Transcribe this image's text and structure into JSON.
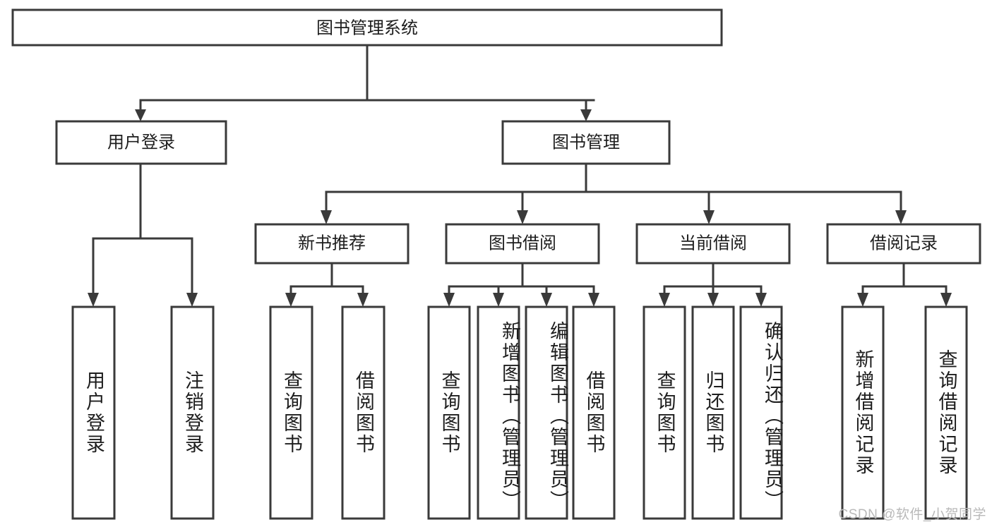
{
  "diagram": {
    "title": "图书管理系统",
    "type": "tree-hierarchy-flowchart",
    "orientation": "top-down",
    "colors": {
      "box_stroke": "#3a3a3a",
      "box_fill": "#ffffff",
      "connector": "#3a3a3a",
      "text": "#1d1d1d",
      "watermark": "#b9b9b9",
      "background": "#ffffff"
    },
    "root": {
      "label": "图书管理系统"
    },
    "level2": [
      {
        "label": "用户登录"
      },
      {
        "label": "图书管理"
      }
    ],
    "level3": [
      {
        "label": "新书推荐"
      },
      {
        "label": "图书借阅"
      },
      {
        "label": "当前借阅"
      },
      {
        "label": "借阅记录"
      }
    ],
    "leaves": {
      "user_login": [
        {
          "label": "用户登录"
        },
        {
          "label": "注销登录"
        }
      ],
      "new_book_recommend": [
        {
          "label": "查询图书"
        },
        {
          "label": "借阅图书"
        }
      ],
      "book_borrow": [
        {
          "label": "查询图书"
        },
        {
          "label": "新增图书（管理员）"
        },
        {
          "label": "编辑图书（管理员）"
        },
        {
          "label": "借阅图书"
        }
      ],
      "current_borrow": [
        {
          "label": "查询图书"
        },
        {
          "label": "归还图书"
        },
        {
          "label": "确认归还（管理员）"
        }
      ],
      "borrow_records": [
        {
          "label": "新增借阅记录"
        },
        {
          "label": "查询借阅记录"
        }
      ]
    }
  },
  "watermark": {
    "text": "CSDN @软件_小贺同学"
  }
}
